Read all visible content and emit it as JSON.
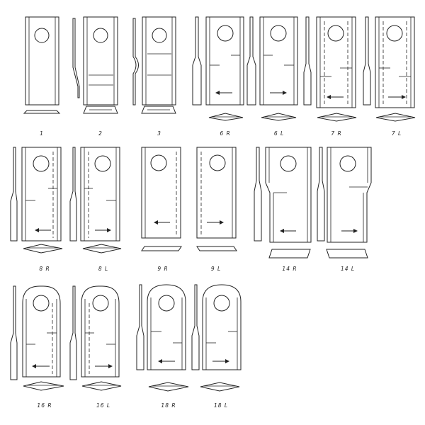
{
  "labels": {
    "p1": "1",
    "p2": "2",
    "p3": "3",
    "p6r": "6 R",
    "p6l": "6 L",
    "p7r": "7 R",
    "p7l": "7 L",
    "p8r": "8 R",
    "p8l": "8 L",
    "p9r": "9 R",
    "p9l": "9 L",
    "p14r": "14 R",
    "p14l": "14 L",
    "p16r": "16 R",
    "p16l": "16 L",
    "p18r": "18 R",
    "p18l": "18 L"
  }
}
